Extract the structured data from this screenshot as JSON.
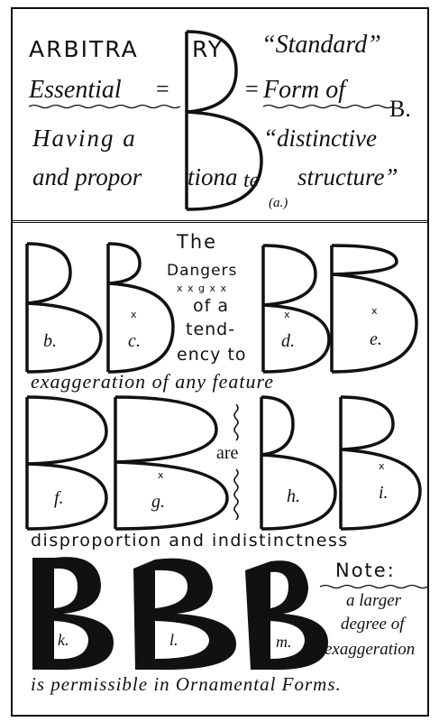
{
  "top": {
    "arbitrary": "ARBITRA",
    "ry": "RY",
    "standard": "“Standard”",
    "essential": "Essential",
    "eq1": "=",
    "eq2": "=",
    "form_of": "Form of",
    "b_dot": "B.",
    "having_a": "Having a",
    "distinctive": "“distinctive",
    "and_propor": "and propor",
    "tiona": "tiona",
    "te": "te",
    "structure": "structure”",
    "label_a": "(a.)"
  },
  "middle": {
    "heading_lines": [
      "The",
      "Dangers",
      "x x  g  x x",
      "of a",
      "tend-",
      "ency to"
    ],
    "exaggeration": "exaggeration of any feature",
    "are": "are",
    "disproportion": "disproportion and indistinctness",
    "labels": [
      "b.",
      "c.",
      "d.",
      "e.",
      "f.",
      "g.",
      "h.",
      "i."
    ]
  },
  "bottom": {
    "note_title": "Note:",
    "note_lines": [
      "a larger",
      "degree of",
      "exaggeration"
    ],
    "permissible": "is permissible in Ornamental Forms.",
    "labels": [
      "k.",
      "l.",
      "m."
    ]
  }
}
